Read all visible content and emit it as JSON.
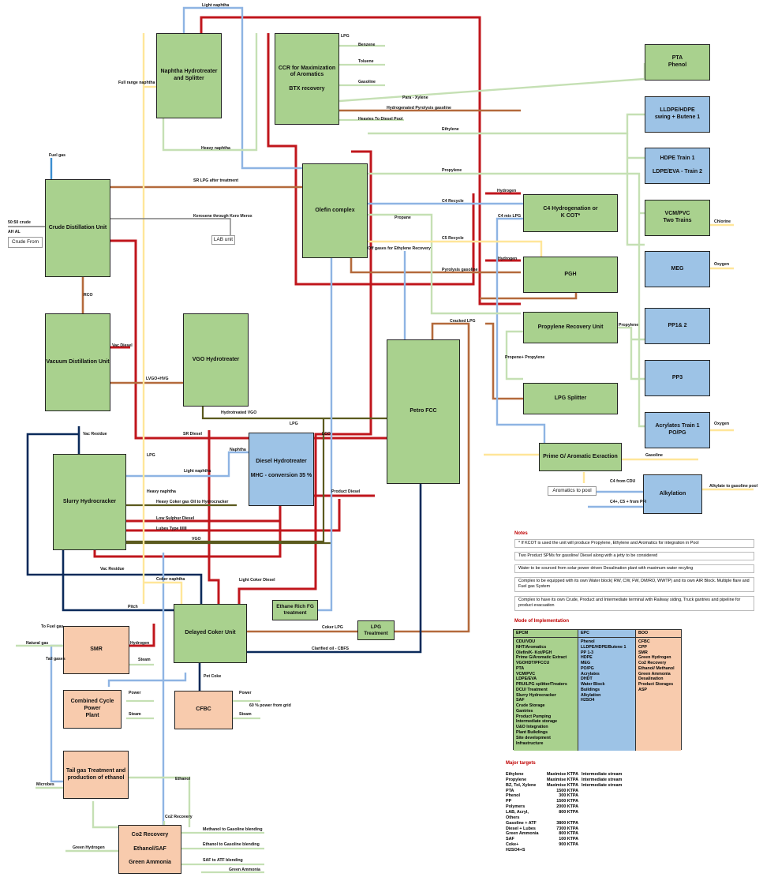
{
  "units": {
    "naphtha_hydrotreater": "Naphtha Hydrotreater and Splitter",
    "ccr_line1": "CCR for Maximization of Aromatics",
    "ccr_line2": "BTX recovery",
    "pta_phenol_1": "PTA",
    "pta_phenol_2": "Phenol",
    "lldpe_1": "LLDPE/HDPE",
    "lldpe_2": "swing + Butene 1",
    "hdpe_1": "HDPE Train 1",
    "hdpe_2": "LDPE/EVA - Train 2",
    "vcm_1": "VCM/PVC",
    "vcm_2": "Two Trains",
    "meg": "MEG",
    "pp12": "PP1& 2",
    "pp3": "PP3",
    "acrylates_1": "Acrylates Train 1",
    "acrylates_2": "PO/PG",
    "crude_distillation": "Crude Distillation Unit",
    "olefin_complex": "Olefin complex",
    "c4_hydro_1": "C4 Hydrogenation or",
    "c4_hydro_2": "K COT*",
    "pgh": "PGH",
    "propylene_recovery": "Propylene Recovery Unit",
    "lpg_splitter": "LPG Splitter",
    "vacuum_distillation": "Vacuum Distillation Unit",
    "vgo_hydrotreater": "VGO Hydrotreater",
    "petro_fcc": "Petro FCC",
    "diesel_hydro_1": "Diesel Hydrotreater",
    "diesel_hydro_2": "MHC - conversion 35 %",
    "prime_g": "Prime G/ Aromatic Exraction",
    "alkylation": "Alkylation",
    "slurry_hydrocracker": "Slurry Hydrocracker",
    "delayed_coker": "Delayed Coker Unit",
    "ethane_rich_1": "Ethane Rich FG",
    "ethane_rich_2": "treatment",
    "lpg_treatment_1": "LPG",
    "lpg_treatment_2": "Treatment",
    "smr": "SMR",
    "combined_cycle_1": "Combined Cycle Power",
    "combined_cycle_2": "Plant",
    "cfbc": "CFBC",
    "tail_gas_1": "Tail gas Treatment and",
    "tail_gas_2": "production of ethanol",
    "co2_1": "Co2 Recovery",
    "co2_2": "Ethanol/SAF",
    "co2_3": "Green Ammonia",
    "crude_from": "Crude From",
    "lab_unit": "LAB unit",
    "aromatics_pool": "Aromatics to pool"
  },
  "streams": {
    "light_naphtha_top": "Light naphtha",
    "lpg_top": "LPG",
    "benzene": "Benzene",
    "toluene": "Toluene",
    "gasoline_top": "Gasoline",
    "para_xylene": "Para - Xylene",
    "full_range_naphtha": "Full range naphtha",
    "hydrogenated_pyrolysis": "Hydrogenated Pyrolysis gasoline",
    "heavies_diesel": "Heavies To Diesel Pool",
    "ethylene": "Ethylene",
    "heavy_naphtha_top": "Heavy naphtha",
    "fuel_gas": "Fuel gas",
    "propylene_top": "Propylene",
    "sr_lpg": "SR LPG after treatment",
    "hydrogen_1": "Hydrogen",
    "c4_recycle": "C4 Recycle",
    "c4_mix_lpg": "C4 mix LPG",
    "chlorine": "Chlorine",
    "crude_5050_1": "50:50 crude",
    "crude_5050_2": "AH AL",
    "kerosene": "Kerosene through Kero Merox",
    "propane": "Propane",
    "oxygen_1": "Oxygen",
    "c5_recycle": "C5 Recycle",
    "off_gases": "Off gases for Ethylene Recovery",
    "hydrogen_2": "Hydrogen",
    "pyrolysis_gasoline": "Pyrolysis gasoline",
    "rco": "RCO",
    "cracked_lpg": "Cracked LPG",
    "propylene_side": "Propylene",
    "vac_diesel": "Vac Diesel",
    "lvgo_hvg": "LVGO+HVG",
    "propene_propylene": "Propene+ Propylene",
    "hydrotreated_vgo": "Hydrotreated VGO",
    "vac_residue_1": "Vac Residue",
    "sr_diesel": "SR Diesel",
    "lpg_mid": "LPG",
    "lco": "LCO",
    "oxygen_2": "Oxygen",
    "naphtha": "Naphtha",
    "gasoline_mid": "Gasoline",
    "lpg_slurry": "LPG",
    "light_naphtha_slurry": "Light naphtha",
    "c4_from_cdu": "C4 from CDU",
    "alkylate": "Alkylate to gasoline pool",
    "heavy_naphtha_slurry": "Heavy naphtha",
    "product_diesel": "Product Diesel",
    "heavy_coker_gas_oil": "Heavy Coker gas Oil to Hydrocracker",
    "c4_c5_pfi": "C4+, C5 + from PFI",
    "low_sulphur_diesel": "Low Sulphur Diesel",
    "lubes": "Lubes Type II/III",
    "vgo": "VGO",
    "vac_residue_2": "Vac Residue",
    "coker_naphtha": "Coker naphtha",
    "light_coker_diesel": "Light Coker Diesel",
    "pitch": "Pitch",
    "to_fuel_gas": "To Fuel gas",
    "coker_lpg": "Coker LPG",
    "natural_gas": "Natural gas",
    "hydrogen_smr": "Hydrogen",
    "tail_gases": "Tail gases",
    "clarified_oil": "Clarified oil - CBFS",
    "steam_1": "Steam",
    "pet_coke": "Pet Coke",
    "power_1": "Power",
    "power_2": "Power",
    "grid_power": "60 % power from grid",
    "steam_2": "Steam",
    "steam_3": "Steam",
    "ethanol": "Ethanol",
    "microbes": "Microbes",
    "co2_recovery": "Co2 Recovery",
    "methanol_gasoline": "Methanol to Gasoline blending",
    "ethanol_gasoline": "Ethanol to Gasoline blending",
    "green_hydrogen": "Green Hydrogen",
    "saf_atf": "SAF to ATF blending",
    "green_ammonia": "Green Ammonia"
  },
  "notes": {
    "title": "Notes",
    "items": [
      "* If KCOT is used the unit will produce Propylene, Ethylene and Aromatics for integration in Pool",
      "Two Product SPMs for gasoline/ Diesel along with a jetty to be considered",
      "Water to be sourced from solar power driven Desalination plant with maximum water recyling",
      "Complex to be equipped with its own Water block( RW, CW, FW, DM/RO, WWTP) and its own AIR Block. Multiple flare and Fuel gas System",
      "Complex to have its own Crude, Product and Intermediate terminal with Railway siding, Truck gantries and pipeline for product evacuation"
    ]
  },
  "mode": {
    "title": "Mode of Implementation",
    "epcm_head": "EPCM",
    "epc_head": "EPC",
    "boo_head": "BOO",
    "epcm": [
      "CDU/VDU",
      "NHT/Aromatics",
      "Olefin/K- Kot/PGH",
      "Prime G/Aromatic Extract",
      "VGOHDT/PFCCU",
      "PTA",
      "VCM/PVC",
      "LDPE/EVA",
      "PRU/LPG splitter/Treaters",
      "DCU/ Treatment",
      "Slurry Hydrocracker",
      "SAF",
      "Crude Storage",
      "Gantries",
      "Product Pumping",
      "Intermediate storage",
      "U&O Integration",
      "Plant Buikdings",
      "Site development",
      "Infrastructure"
    ],
    "epc": [
      "Phenol",
      "LLDPE/HDPE/Butene 1",
      "PP 1-3",
      "HDPE",
      "MEG",
      "PO/PG",
      "Acrylates",
      "DHDT",
      "Water Block",
      "Buildings",
      "Alkylation",
      "H2SO4"
    ],
    "boo": [
      "CFBC",
      "CPP",
      "SMR",
      "Green Hydrogen",
      "Co2 Recovery",
      "Ethanol/ Methanol",
      "Green Ammonia",
      "Desalination",
      "Product Storages",
      "ASP"
    ]
  },
  "targets": {
    "title": "Major targets",
    "rows": [
      {
        "name": "Ethylene",
        "value": "Maximise",
        "unit": "KTPA",
        "note": "Intermediate stream"
      },
      {
        "name": "Propylene",
        "value": "Maximise",
        "unit": "KTPA",
        "note": "Intermediate stream"
      },
      {
        "name": "BZ, Tol, Xylene",
        "value": "Maximise",
        "unit": "KTPA",
        "note": "Intermediate stream"
      },
      {
        "name": "PTA",
        "value": "1500",
        "unit": "KTPA",
        "note": ""
      },
      {
        "name": "Phenol",
        "value": "300",
        "unit": "KTPA",
        "note": ""
      },
      {
        "name": "PP",
        "value": "1500",
        "unit": "KTPA",
        "note": ""
      },
      {
        "name": "Polymers",
        "value": "2000",
        "unit": "KTPA",
        "note": ""
      },
      {
        "name": "LAB, Acryl, Others",
        "value": "800",
        "unit": "KTPA",
        "note": ""
      },
      {
        "name": "Gasoline + ATF",
        "value": "3800",
        "unit": "KTPA",
        "note": ""
      },
      {
        "name": "Diesel + Lubes",
        "value": "7300",
        "unit": "KTPA",
        "note": ""
      },
      {
        "name": "Green Ammonia",
        "value": "800",
        "unit": "KTPA",
        "note": ""
      },
      {
        "name": "SAF",
        "value": "100",
        "unit": "KTPA",
        "note": ""
      },
      {
        "name": "Coke+ H2SO4+S",
        "value": "900",
        "unit": "KTPA",
        "note": ""
      }
    ]
  },
  "colors": {
    "red": "#c0161c",
    "brown": "#b46a3c",
    "olive": "#5b5a1e",
    "navy": "#0b2a5a",
    "lightblue": "#8eb4e3",
    "blue": "#3b8ed0",
    "lightgreen": "#a9d18e",
    "palegreen": "#c5e0b4",
    "yellow": "#ffe699"
  }
}
